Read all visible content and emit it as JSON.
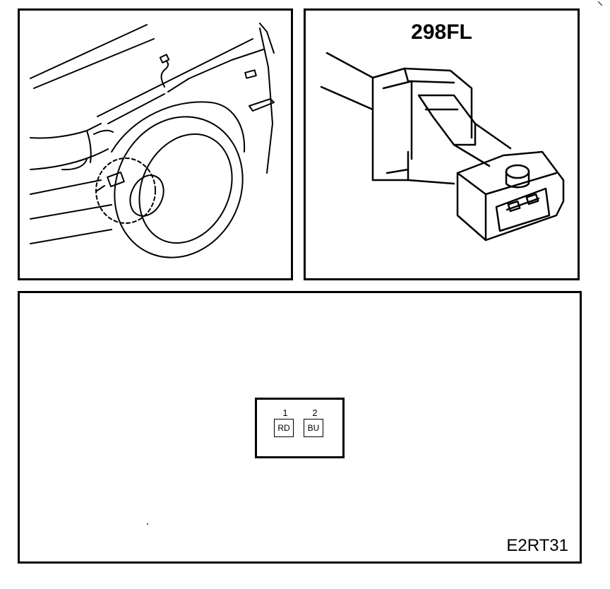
{
  "connector": {
    "id": "298FL"
  },
  "pinout": {
    "pins": [
      {
        "number": "1",
        "wire_color": "RD"
      },
      {
        "number": "2",
        "wire_color": "BU"
      }
    ]
  },
  "diagram_code": "E2RT31"
}
